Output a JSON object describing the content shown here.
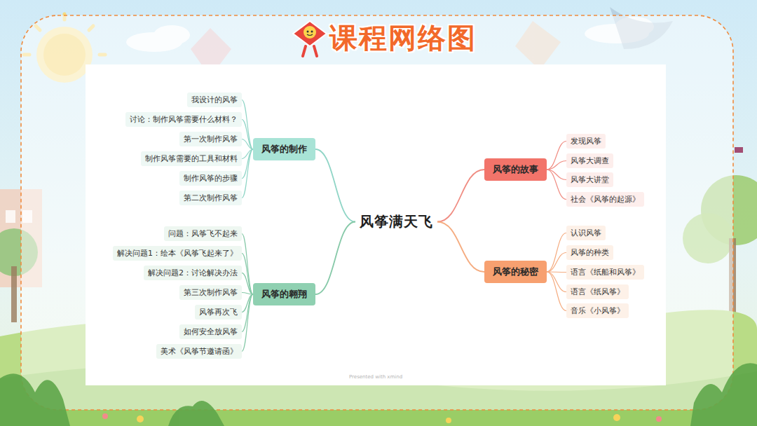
{
  "diagram": {
    "title": "课程网络图",
    "nodes": [
      {
        "text": [
          "风筝满天飞"
        ]
      },
      {
        "text": [
          "风筝的制作"
        ]
      },
      {
        "text": [
          "我设计的风筝"
        ]
      },
      {
        "text": [
          "讨论：制作风筝需要什么材料？"
        ]
      },
      {
        "text": [
          "第一次制作风筝"
        ]
      },
      {
        "text": [
          "制作风筝需要的工具和材料"
        ]
      },
      {
        "text": [
          "制作风筝的步骤"
        ]
      },
      {
        "text": [
          "第二次制作风筝"
        ]
      },
      {
        "text": [
          "风筝的翱翔"
        ]
      },
      {
        "text": [
          "问题：风筝飞不起来"
        ]
      },
      {
        "text": [
          "解决问题1：绘本《风筝飞起来了》"
        ]
      },
      {
        "text": [
          "解决问题2：讨论解决办法"
        ]
      },
      {
        "text": [
          "第三次制作风筝"
        ]
      },
      {
        "text": [
          "风筝再次飞"
        ]
      },
      {
        "text": [
          "如何安全放风筝"
        ]
      },
      {
        "text": [
          "美术《风筝节邀请函》"
        ]
      },
      {
        "text": [
          "风筝的故事"
        ]
      },
      {
        "text": [
          "发现风筝"
        ]
      },
      {
        "text": [
          "风筝大调查"
        ]
      },
      {
        "text": [
          "风筝大讲堂"
        ]
      },
      {
        "text": [
          "社会《风筝的起源》"
        ]
      },
      {
        "text": [
          "风筝的秘密"
        ]
      },
      {
        "text": [
          "认识风筝"
        ]
      },
      {
        "text": [
          "风筝的种类"
        ]
      },
      {
        "text": [
          "语言《纸船和风筝》"
        ]
      },
      {
        "text": [
          "语言《纸风筝》"
        ]
      },
      {
        "text": [
          "音乐《小风筝》"
        ]
      }
    ],
    "edges": [
      {
        "from": 0,
        "to": 1,
        "arrow": "none"
      },
      {
        "from": 0,
        "to": 8,
        "arrow": "none"
      },
      {
        "from": 0,
        "to": 16,
        "arrow": "none"
      },
      {
        "from": 0,
        "to": 21,
        "arrow": "none"
      },
      {
        "from": 1,
        "to": 2,
        "arrow": "none"
      },
      {
        "from": 1,
        "to": 3,
        "arrow": "none"
      },
      {
        "from": 1,
        "to": 4,
        "arrow": "none"
      },
      {
        "from": 1,
        "to": 5,
        "arrow": "none"
      },
      {
        "from": 1,
        "to": 6,
        "arrow": "none"
      },
      {
        "from": 1,
        "to": 7,
        "arrow": "none"
      },
      {
        "from": 8,
        "to": 9,
        "arrow": "none"
      },
      {
        "from": 8,
        "to": 10,
        "arrow": "none"
      },
      {
        "from": 8,
        "to": 11,
        "arrow": "none"
      },
      {
        "from": 8,
        "to": 12,
        "arrow": "none"
      },
      {
        "from": 8,
        "to": 13,
        "arrow": "none"
      },
      {
        "from": 8,
        "to": 14,
        "arrow": "none"
      },
      {
        "from": 8,
        "to": 15,
        "arrow": "none"
      },
      {
        "from": 16,
        "to": 17,
        "arrow": "none"
      },
      {
        "from": 16,
        "to": 18,
        "arrow": "none"
      },
      {
        "from": 16,
        "to": 19,
        "arrow": "none"
      },
      {
        "from": 16,
        "to": 20,
        "arrow": "none"
      },
      {
        "from": 21,
        "to": 22,
        "arrow": "none"
      },
      {
        "from": 21,
        "to": 23,
        "arrow": "none"
      },
      {
        "from": 21,
        "to": 24,
        "arrow": "none"
      },
      {
        "from": 21,
        "to": 25,
        "arrow": "none"
      },
      {
        "from": 21,
        "to": 26,
        "arrow": "none"
      }
    ],
    "labels": [
      "Presented with xmind"
    ]
  }
}
